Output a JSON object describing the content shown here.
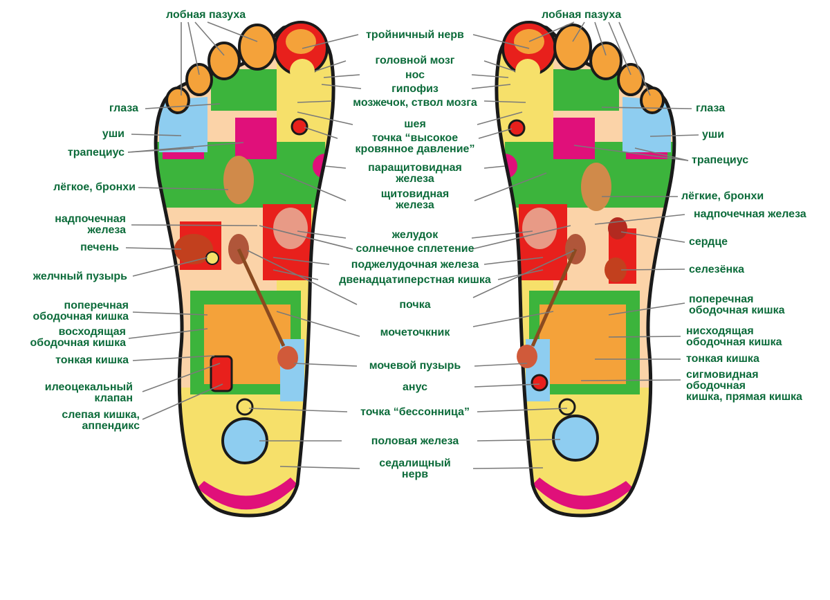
{
  "colors": {
    "label": "#0c6b3a",
    "leader": "#7a7a7a",
    "outline": "#1a1a1a",
    "yellow": "#f6e06a",
    "green": "#3cb43c",
    "magenta": "#e0107a",
    "red": "#e8201c",
    "orange": "#f4a23a",
    "blue": "#8ecdf0",
    "peach": "#fbd3a8"
  },
  "labels": {
    "frontal_sinus_l": "лобная пазуха",
    "frontal_sinus_r": "лобная пазуха",
    "trigeminal": "тройничный нерв",
    "brain": "головной мозг",
    "nose": "нос",
    "pituitary": "гипофиз",
    "cerebellum": "мозжечок, ствол мозга",
    "neck": "шея",
    "bp_1": "точка “высокое",
    "bp_2": "кровянное давление”",
    "parathyroid_1": "паращитовидная",
    "parathyroid_2": "железа",
    "thyroid_1": "щитовидная",
    "thyroid_2": "железа",
    "stomach": "желудок",
    "solar_plexus": "солнечное сплетение",
    "pancreas": "поджелудочная железа",
    "duodenum": "двенадцатиперстная кишка",
    "kidney": "почка",
    "ureter": "мочеточкник",
    "bladder": "мочевой пузырь",
    "anus": "анус",
    "insomnia": "точка “бессонница”",
    "gonad": "половая железа",
    "sciatic_1": "седалищный",
    "sciatic_2": "нерв",
    "eyes_l": "глаза",
    "ears_l": "уши",
    "trapezius_l": "трапециус",
    "lung_l": "лёгкое, бронхи",
    "adrenal_l_1": "надпочечная",
    "adrenal_l_2": "железа",
    "liver": "печень",
    "gallbladder": "желчный пузырь",
    "transverse_l_1": "поперечная",
    "transverse_l_2": "ободочная кишка",
    "ascending_1": "восходящая",
    "ascending_2": "ободочная кишка",
    "small_int_l": "тонкая кишка",
    "ileocecal_1": "илеоцекальный",
    "ileocecal_2": "клапан",
    "cecum_1": "слепая кишка,",
    "cecum_2": "аппендикс",
    "eyes_r": "глаза",
    "ears_r": "уши",
    "trapezius_r": "трапециус",
    "lung_r": "лёгкие, бронхи",
    "adrenal_r": "надпочечная железа",
    "heart": "сердце",
    "spleen": "селезёнка",
    "transverse_r_1": "поперечная",
    "transverse_r_2": "ободочная кишка",
    "descending_1": "нисходящая",
    "descending_2": "ободочная кишка",
    "small_int_r": "тонкая кишка",
    "sigmoid_1": "сигмовидная",
    "sigmoid_2": "ободочная",
    "sigmoid_3": "кишка, прямая кишка"
  }
}
